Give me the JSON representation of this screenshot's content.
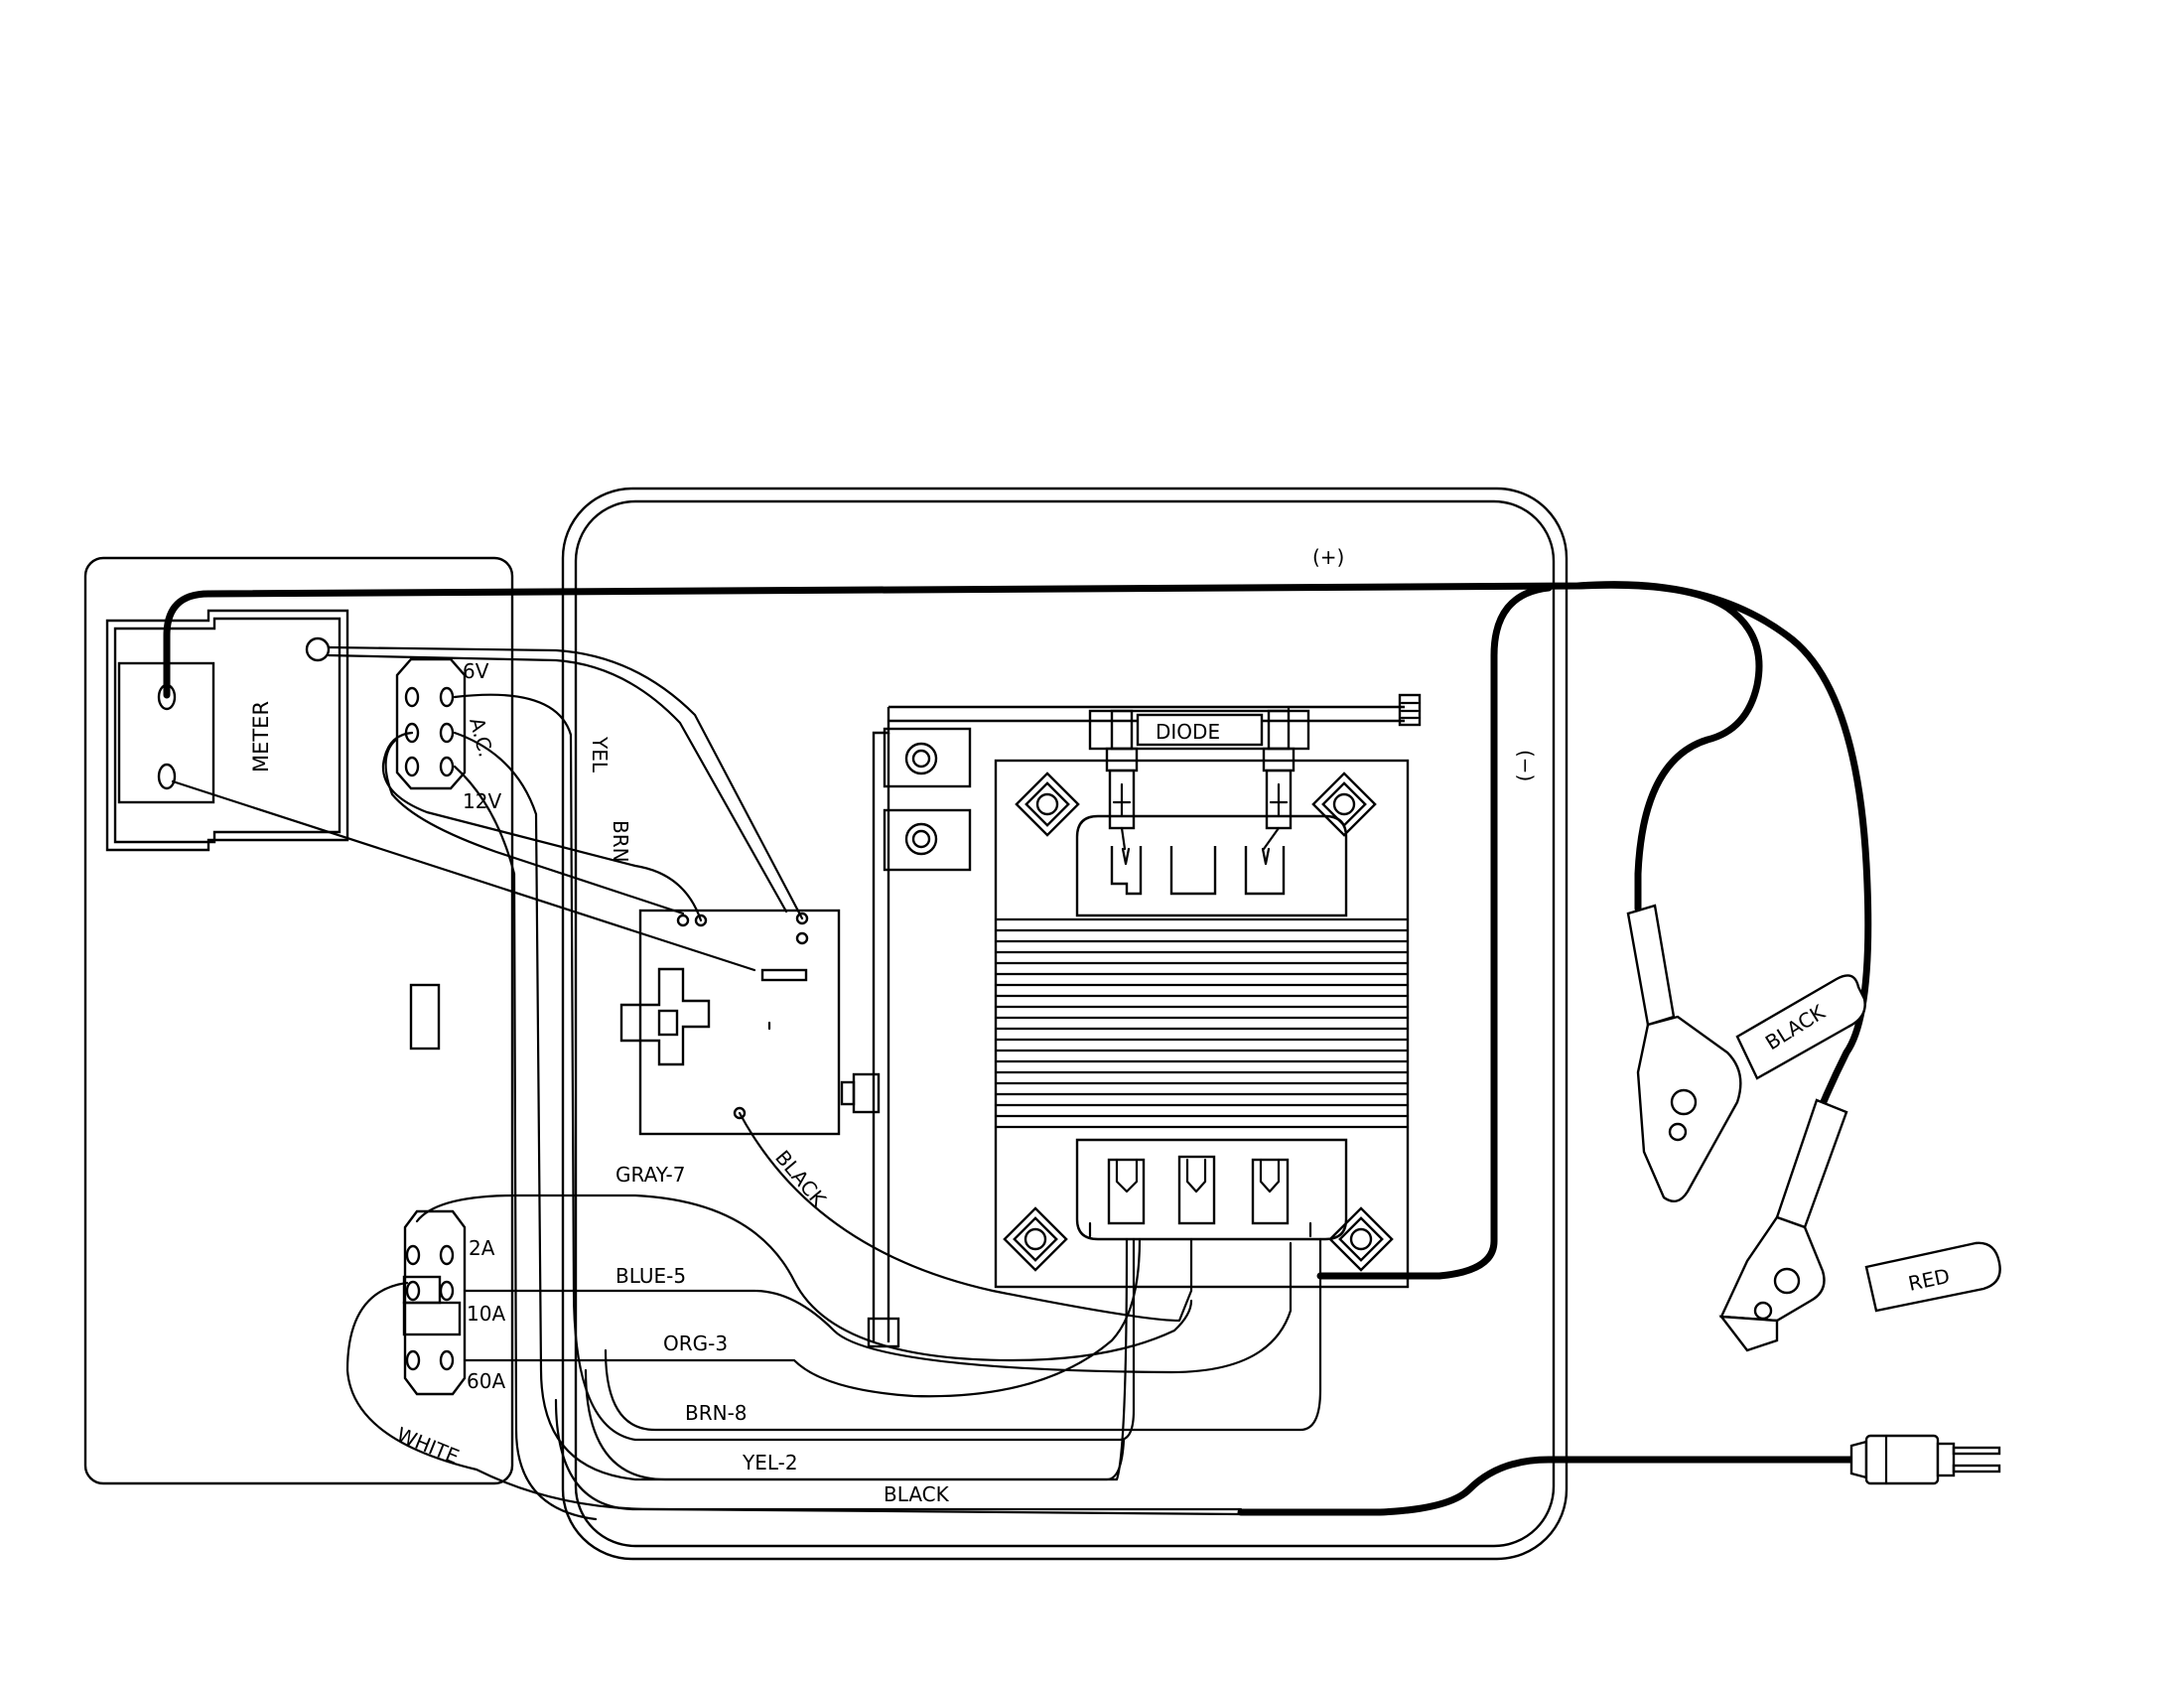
{
  "labels": {
    "meter": "METER",
    "v6": "6V",
    "ac": "A.C.",
    "v12": "12V",
    "yel": "YEL",
    "brn": "BRN",
    "diode": "DIODE",
    "plus": "(+)",
    "minus": "(−)",
    "black_clamp": "BLACK",
    "red_clamp": "RED",
    "black_wire_board": "BLACK",
    "gray7": "GRAY-7",
    "blue5": "BLUE-5",
    "org3": "ORG-3",
    "brn8": "BRN-8",
    "yel2": "YEL-2",
    "black_bottom": "BLACK",
    "a2": "2A",
    "a10": "10A",
    "a60": "60A",
    "white": "WHITE"
  }
}
